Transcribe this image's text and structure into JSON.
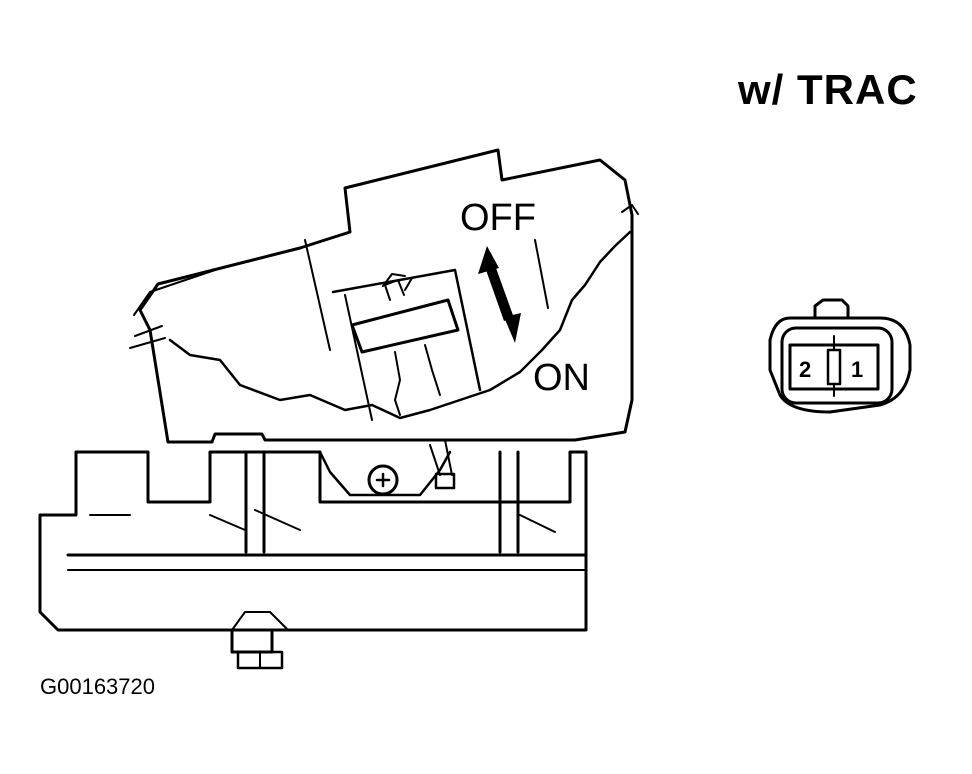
{
  "heading": "w/ TRAC",
  "switch_labels": {
    "off": "OFF",
    "on": "ON"
  },
  "connector_pins": {
    "left": "2",
    "right": "1"
  },
  "figure_id": "G00163720"
}
